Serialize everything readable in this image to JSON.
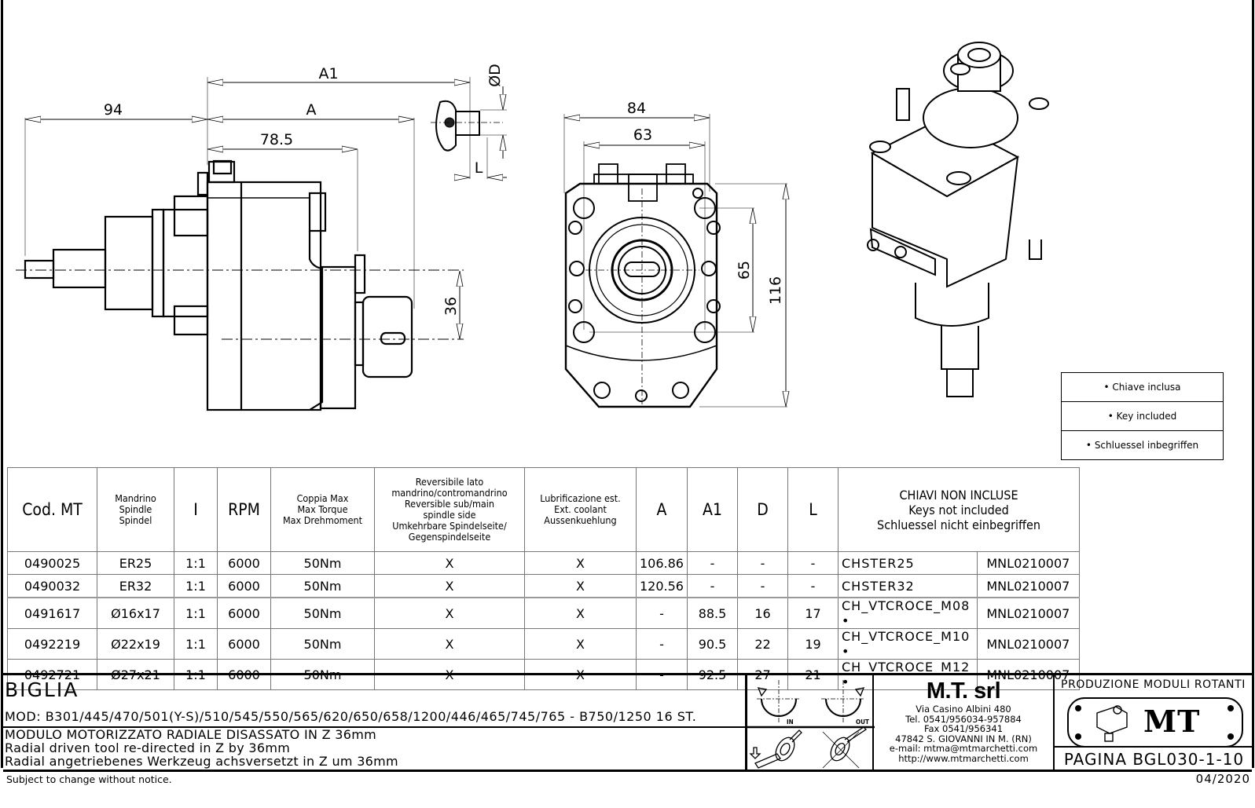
{
  "drawing": {
    "dimensions": {
      "side_view": {
        "overall_left": "94",
        "A1": "A1",
        "A": "A",
        "body_length": "78.5",
        "offset_z": "36"
      },
      "key_detail": {
        "diameter": "ØD",
        "length": "L"
      },
      "front_view": {
        "width_outer": "84",
        "width_inner": "63",
        "bolt_spacing": "65",
        "height": "116"
      }
    }
  },
  "key_legend": [
    "• Chiave inclusa",
    "• Key included",
    "• Schluessel inbegriffen"
  ],
  "table": {
    "headers": {
      "code": "Cod. MT",
      "spindle": [
        "Mandrino",
        "Spindle",
        "Spindel"
      ],
      "ratio": "I",
      "rpm": "RPM",
      "torque": [
        "Coppia Max",
        "Max Torque",
        "Max Drehmoment"
      ],
      "reversible": [
        "Reversibile lato",
        "mandrino/contromandrino",
        "Reversible sub/main",
        "spindle side",
        "Umkehrbare Spindelseite/",
        "Gegenspindelseite"
      ],
      "coolant": [
        "Lubrificazione est.",
        "Ext. coolant",
        "Aussenkuehlung"
      ],
      "A": "A",
      "A1": "A1",
      "D": "D",
      "L": "L",
      "keys": [
        "CHIAVI NON INCLUSE",
        "Keys not included",
        "Schluessel nicht einbegriffen"
      ]
    },
    "rows": [
      {
        "code": "0490025",
        "spindle": "ER25",
        "ratio": "1:1",
        "rpm": "6000",
        "torque": "50Nm",
        "reversible": "X",
        "coolant": "X",
        "A": "106.86",
        "A1": "-",
        "D": "-",
        "L": "-",
        "key1": "CHSTER25",
        "key2": "MNL0210007"
      },
      {
        "code": "0490032",
        "spindle": "ER32",
        "ratio": "1:1",
        "rpm": "6000",
        "torque": "50Nm",
        "reversible": "X",
        "coolant": "X",
        "A": "120.56",
        "A1": "-",
        "D": "-",
        "L": "-",
        "key1": "CHSTER32",
        "key2": "MNL0210007"
      },
      {
        "code": "0491617",
        "spindle": "Ø16x17",
        "ratio": "1:1",
        "rpm": "6000",
        "torque": "50Nm",
        "reversible": "X",
        "coolant": "X",
        "A": "-",
        "A1": "88.5",
        "D": "16",
        "L": "17",
        "key1": "CH_VTCROCE_M08 •",
        "key2": "MNL0210007"
      },
      {
        "code": "0492219",
        "spindle": "Ø22x19",
        "ratio": "1:1",
        "rpm": "6000",
        "torque": "50Nm",
        "reversible": "X",
        "coolant": "X",
        "A": "-",
        "A1": "90.5",
        "D": "22",
        "L": "19",
        "key1": "CH_VTCROCE_M10 •",
        "key2": "MNL0210007"
      },
      {
        "code": "0492721",
        "spindle": "Ø27x21",
        "ratio": "1:1",
        "rpm": "6000",
        "torque": "50Nm",
        "reversible": "X",
        "coolant": "X",
        "A": "-",
        "A1": "92.5",
        "D": "27",
        "L": "21",
        "key1": "CH_VTCROCE_M12 •",
        "key2": "MNL0210007"
      }
    ]
  },
  "title_block": {
    "brand": "BIGLIA",
    "models": "MOD: B301/445/470/501(Y-S)/510/545/550/565/620/650/658/1200/446/465/745/765 - B750/1250 16 ST.",
    "description": [
      "MODULO MOTORIZZATO RADIALE DISASSATO IN Z 36mm",
      "Radial driven tool re-directed in Z by 36mm",
      "Radial angetriebenes Werkzeug achsversetzt in Z um 36mm"
    ],
    "rotation_labels": {
      "in": "IN",
      "out": "OUT"
    },
    "company": {
      "name": "M.T. srl",
      "address": [
        "Via Casino Albini 480",
        "Tel. 0541/956034-957884",
        "Fax 0541/956341",
        "47842 S. GIOVANNI IN M. (RN)",
        "e-mail: mtma@mtmarchetti.com",
        "http://www.mtmarchetti.com"
      ]
    },
    "product_line": "PRODUZIONE MODULI ROTANTI",
    "logo_text": "MT",
    "page": "PAGINA BGL030-1-10"
  },
  "footer": {
    "notice": "Subject to change without notice.",
    "date": "04/2020"
  }
}
